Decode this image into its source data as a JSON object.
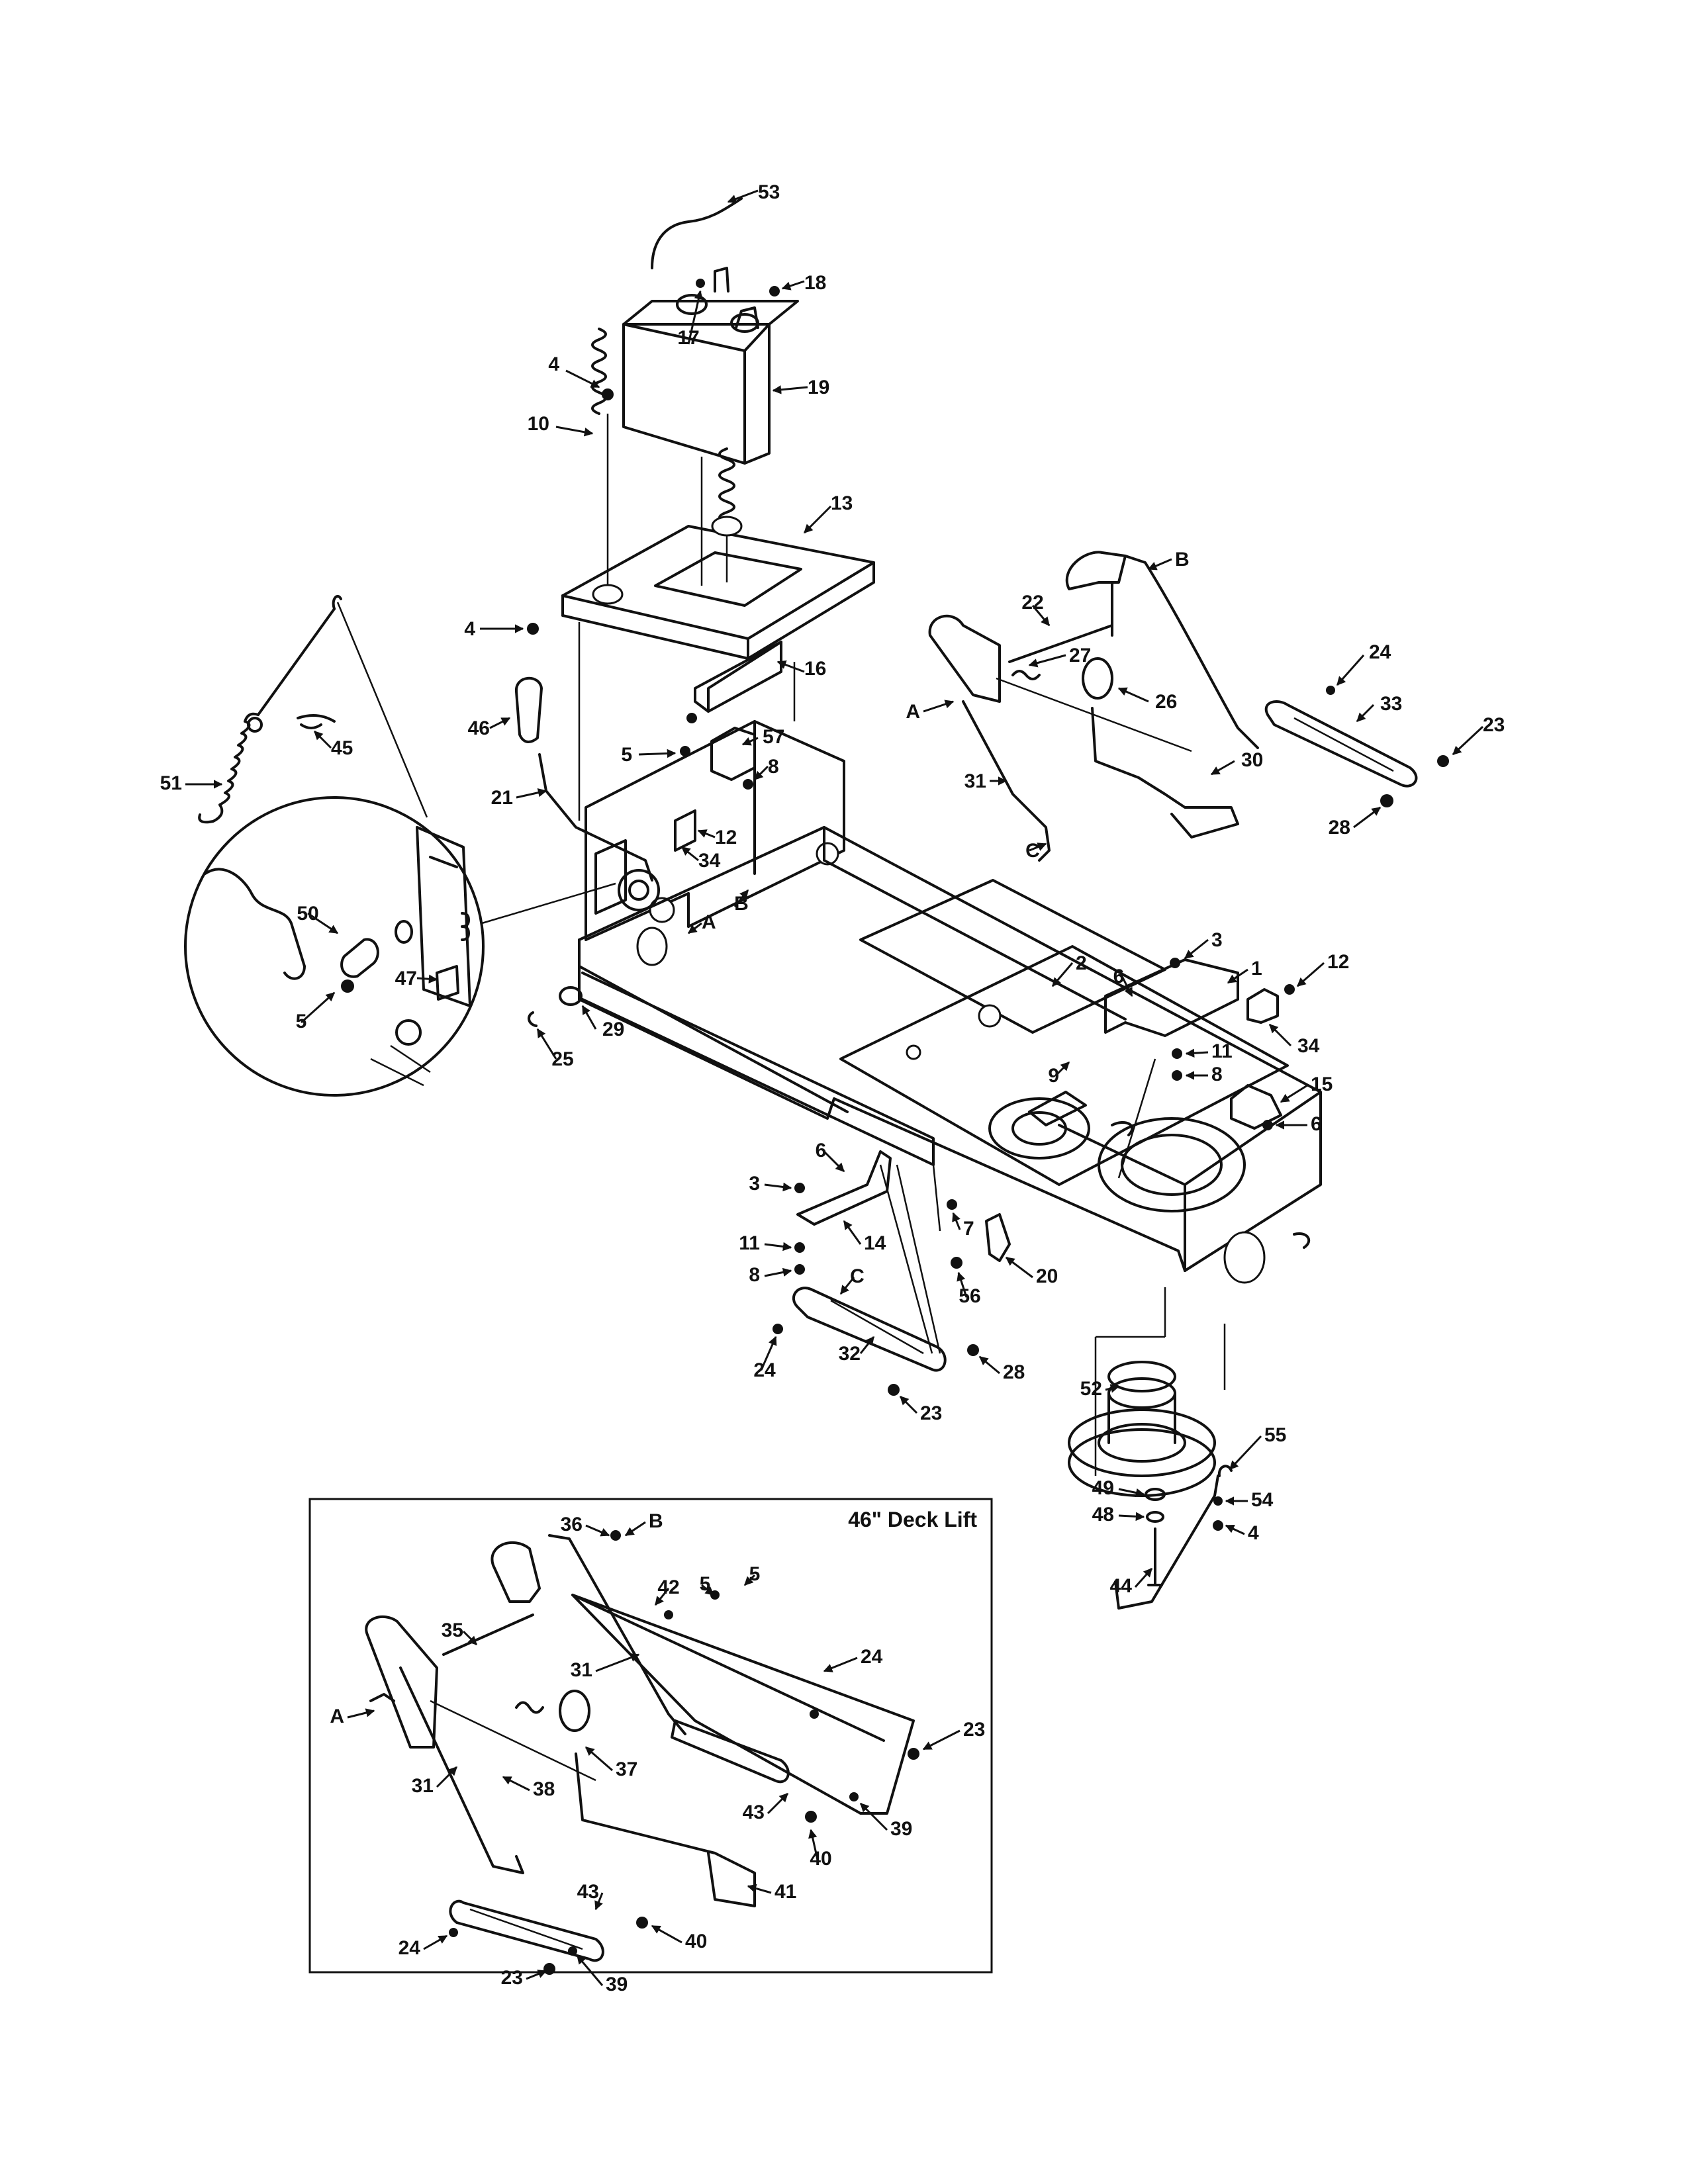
{
  "inset": {
    "title": "46\" Deck Lift"
  },
  "callouts": [
    {
      "id": "c53",
      "text": "53"
    },
    {
      "id": "c18",
      "text": "18"
    },
    {
      "id": "c17",
      "text": "17"
    },
    {
      "id": "c19",
      "text": "19"
    },
    {
      "id": "c4a",
      "text": "4"
    },
    {
      "id": "c10",
      "text": "10"
    },
    {
      "id": "c13",
      "text": "13"
    },
    {
      "id": "c4b",
      "text": "4"
    },
    {
      "id": "c16",
      "text": "16"
    },
    {
      "id": "c46",
      "text": "46"
    },
    {
      "id": "c45",
      "text": "45"
    },
    {
      "id": "c51",
      "text": "51"
    },
    {
      "id": "c57",
      "text": "57"
    },
    {
      "id": "c5a",
      "text": "5"
    },
    {
      "id": "c8a",
      "text": "8"
    },
    {
      "id": "c21",
      "text": "21"
    },
    {
      "id": "c12a",
      "text": "12"
    },
    {
      "id": "c34a",
      "text": "34"
    },
    {
      "id": "cA1",
      "text": "A"
    },
    {
      "id": "cB1",
      "text": "B"
    },
    {
      "id": "c50",
      "text": "50"
    },
    {
      "id": "c47",
      "text": "47"
    },
    {
      "id": "c5b",
      "text": "5"
    },
    {
      "id": "c29",
      "text": "29"
    },
    {
      "id": "c25",
      "text": "25"
    },
    {
      "id": "cB2",
      "text": "B"
    },
    {
      "id": "c22",
      "text": "22"
    },
    {
      "id": "c27",
      "text": "27"
    },
    {
      "id": "c24a",
      "text": "24"
    },
    {
      "id": "c26",
      "text": "26"
    },
    {
      "id": "c33",
      "text": "33"
    },
    {
      "id": "c23a",
      "text": "23"
    },
    {
      "id": "cA2",
      "text": "A"
    },
    {
      "id": "c31a",
      "text": "31"
    },
    {
      "id": "c30",
      "text": "30"
    },
    {
      "id": "c28a",
      "text": "28"
    },
    {
      "id": "cC1",
      "text": "C"
    },
    {
      "id": "c3a",
      "text": "3"
    },
    {
      "id": "c2",
      "text": "2"
    },
    {
      "id": "c6a",
      "text": "6"
    },
    {
      "id": "c1",
      "text": "1"
    },
    {
      "id": "c12b",
      "text": "12"
    },
    {
      "id": "c34b",
      "text": "34"
    },
    {
      "id": "c11a",
      "text": "11"
    },
    {
      "id": "c9",
      "text": "9"
    },
    {
      "id": "c8b",
      "text": "8"
    },
    {
      "id": "c15",
      "text": "15"
    },
    {
      "id": "c6b",
      "text": "6"
    },
    {
      "id": "c6c",
      "text": "6"
    },
    {
      "id": "c3b",
      "text": "3"
    },
    {
      "id": "c14",
      "text": "14"
    },
    {
      "id": "c7",
      "text": "7"
    },
    {
      "id": "c11b",
      "text": "11"
    },
    {
      "id": "c8c",
      "text": "8"
    },
    {
      "id": "c56",
      "text": "56"
    },
    {
      "id": "c20",
      "text": "20"
    },
    {
      "id": "cC2",
      "text": "C"
    },
    {
      "id": "c24b",
      "text": "24"
    },
    {
      "id": "c32",
      "text": "32"
    },
    {
      "id": "c28b",
      "text": "28"
    },
    {
      "id": "c23b",
      "text": "23"
    },
    {
      "id": "c52",
      "text": "52"
    },
    {
      "id": "c55",
      "text": "55"
    },
    {
      "id": "c49",
      "text": "49"
    },
    {
      "id": "c54",
      "text": "54"
    },
    {
      "id": "c48",
      "text": "48"
    },
    {
      "id": "c4c",
      "text": "4"
    },
    {
      "id": "c44",
      "text": "44"
    },
    {
      "id": "c36",
      "text": "36"
    },
    {
      "id": "cB3",
      "text": "B"
    },
    {
      "id": "c42",
      "text": "42"
    },
    {
      "id": "c5c",
      "text": "5"
    },
    {
      "id": "c5d",
      "text": "5"
    },
    {
      "id": "c35",
      "text": "35"
    },
    {
      "id": "c31b",
      "text": "31"
    },
    {
      "id": "c24c",
      "text": "24"
    },
    {
      "id": "c23c",
      "text": "23"
    },
    {
      "id": "cA3",
      "text": "A"
    },
    {
      "id": "c31c",
      "text": "31"
    },
    {
      "id": "c38",
      "text": "38"
    },
    {
      "id": "c37",
      "text": "37"
    },
    {
      "id": "c43a",
      "text": "43"
    },
    {
      "id": "c39a",
      "text": "39"
    },
    {
      "id": "c40a",
      "text": "40"
    },
    {
      "id": "c43b",
      "text": "43"
    },
    {
      "id": "c41",
      "text": "41"
    },
    {
      "id": "c24d",
      "text": "24"
    },
    {
      "id": "c40b",
      "text": "40"
    },
    {
      "id": "c23d",
      "text": "23"
    },
    {
      "id": "c39b",
      "text": "39"
    }
  ]
}
